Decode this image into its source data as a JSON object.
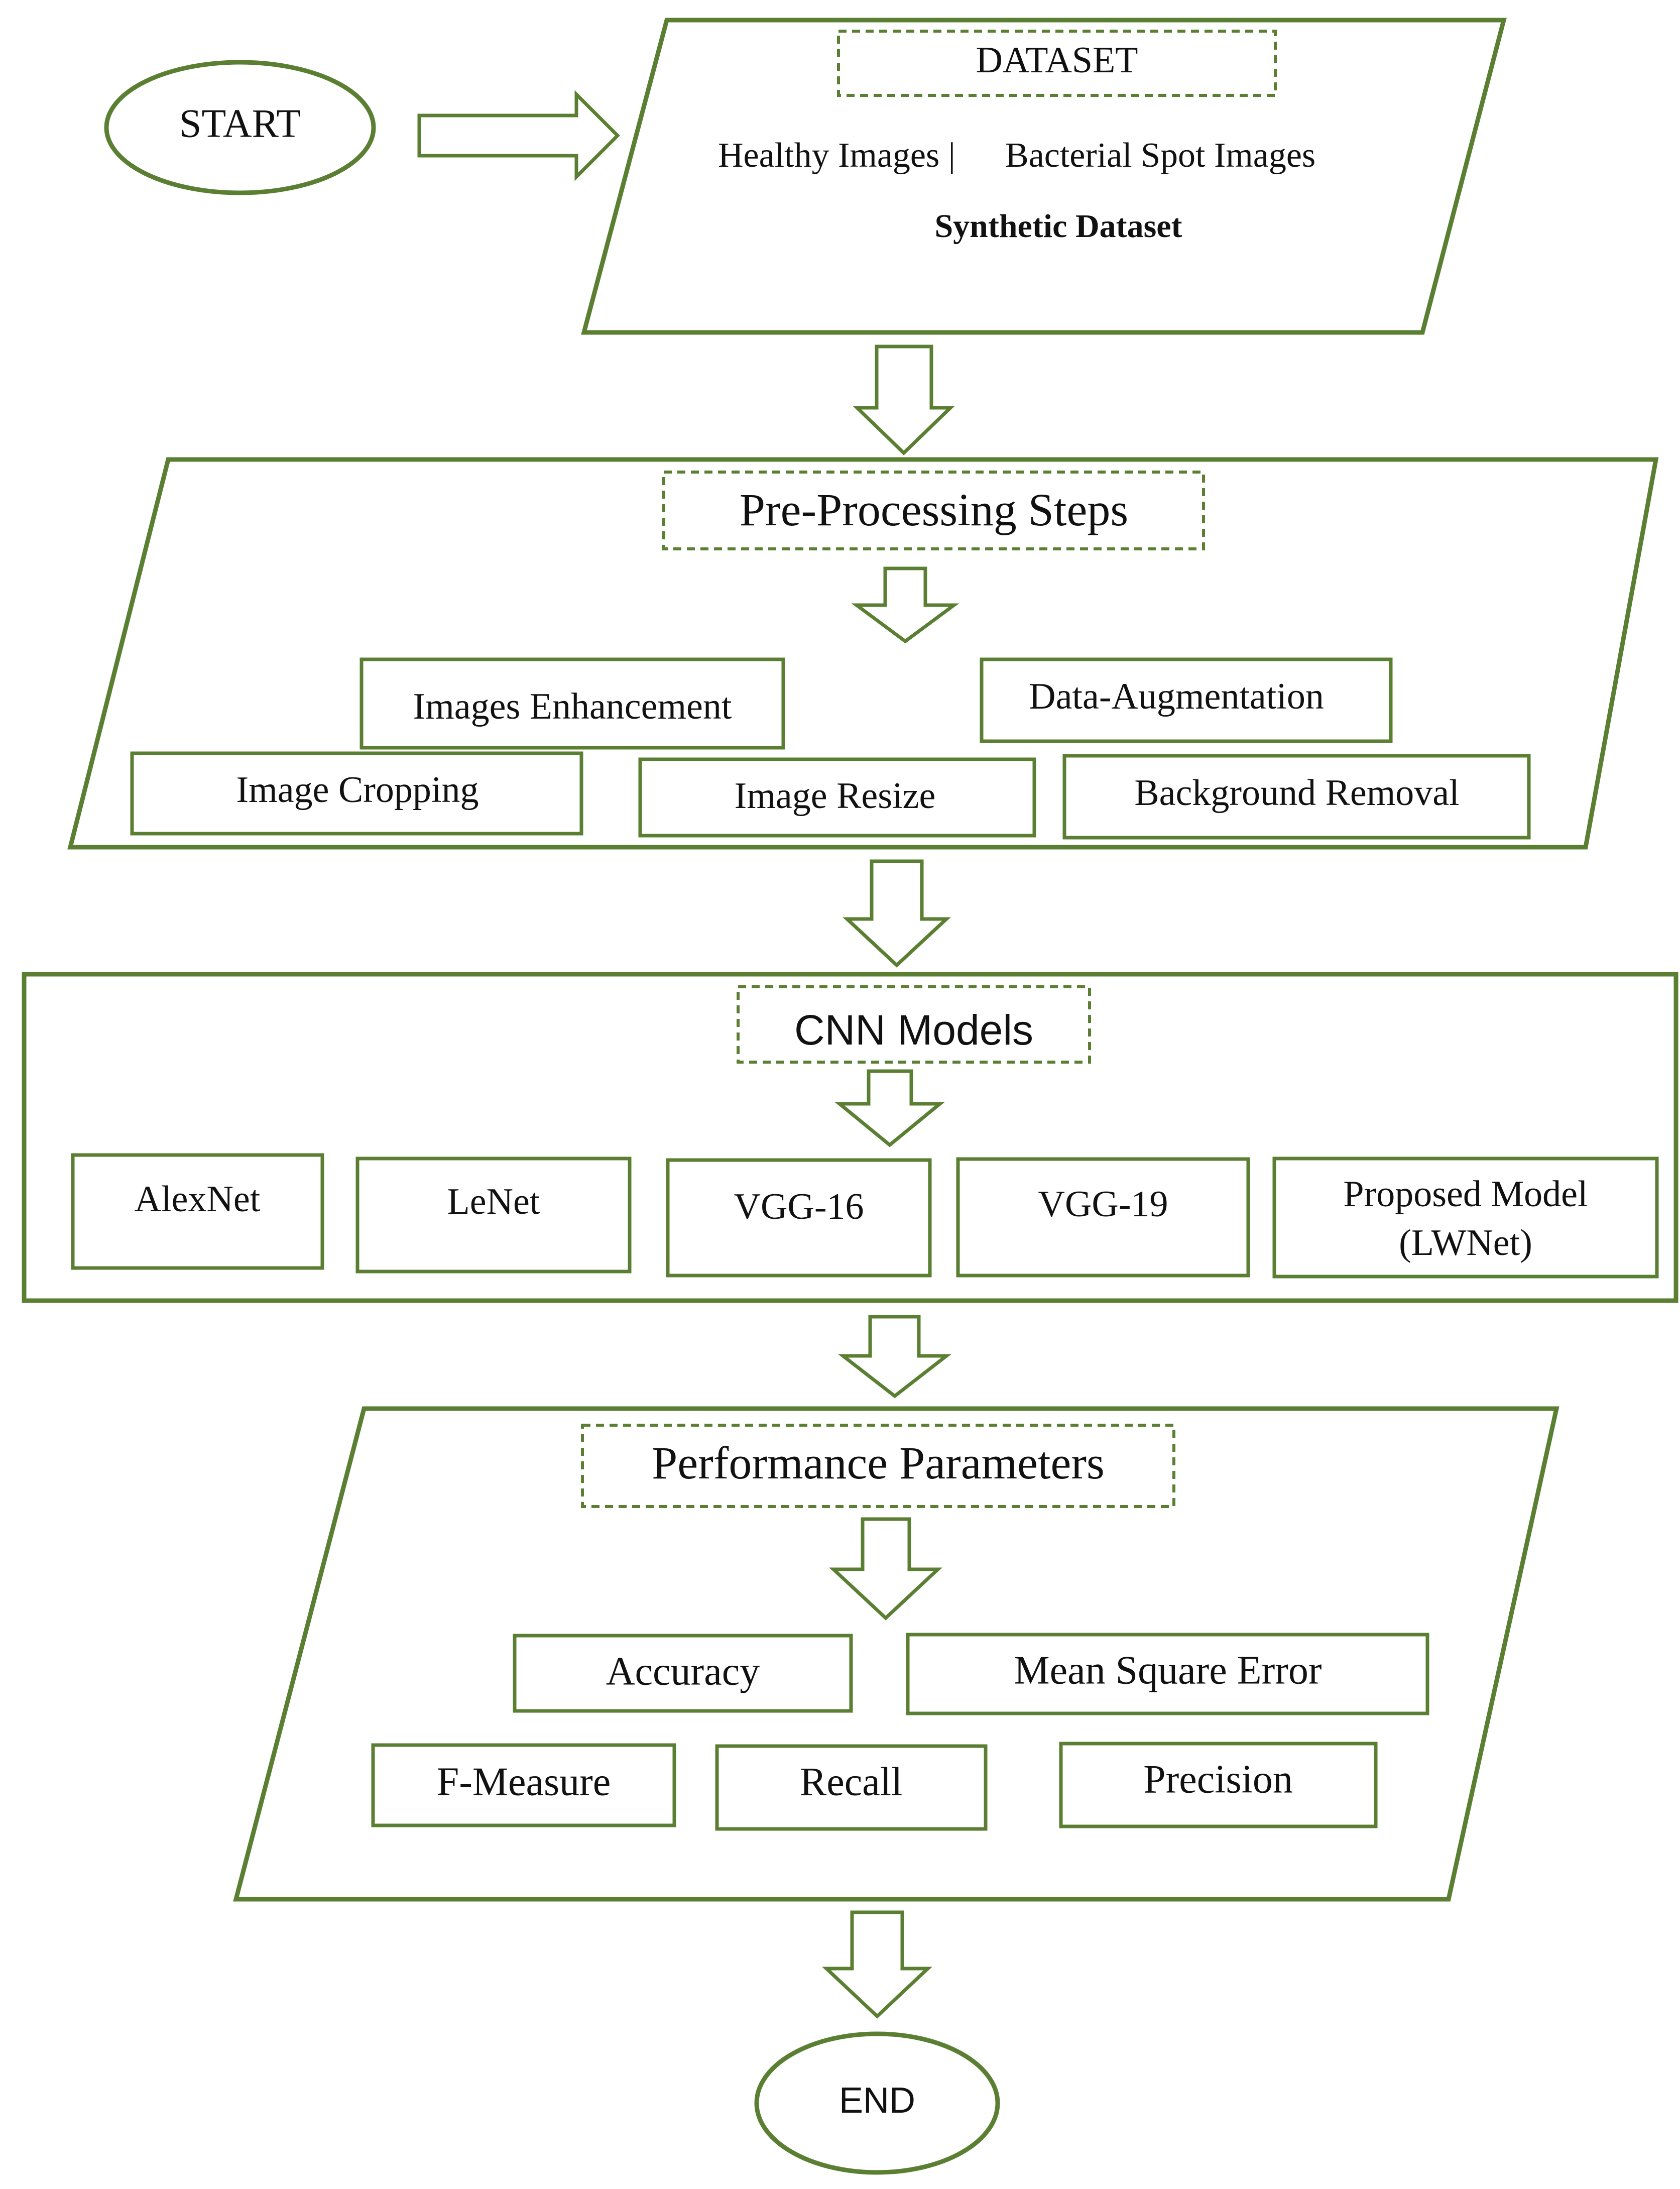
{
  "colors": {
    "stroke": "#5b7f32",
    "text": "#111111",
    "background": "#ffffff"
  },
  "start": {
    "label": "START"
  },
  "dataset": {
    "title": "DATASET",
    "line1_left": "Healthy Images |",
    "line1_right": "Bacterial Spot Images",
    "line2": "Synthetic Dataset"
  },
  "preprocessing": {
    "title": "Pre-Processing Steps",
    "steps": [
      "Images Enhancement",
      "Data-Augmentation",
      "Image Cropping",
      "Image Resize",
      "Background Removal"
    ]
  },
  "cnn": {
    "title": "CNN Models",
    "models": [
      "AlexNet",
      "LeNet",
      "VGG-16",
      "VGG-19"
    ],
    "proposed_line1": "Proposed Model",
    "proposed_line2": "(LWNet)"
  },
  "performance": {
    "title": "Performance Parameters",
    "metrics": [
      "Accuracy",
      "Mean Square Error",
      "F-Measure",
      "Recall",
      "Precision"
    ]
  },
  "end": {
    "label": "END"
  },
  "icons": [
    "right-arrow-icon",
    "down-arrow-icon"
  ]
}
